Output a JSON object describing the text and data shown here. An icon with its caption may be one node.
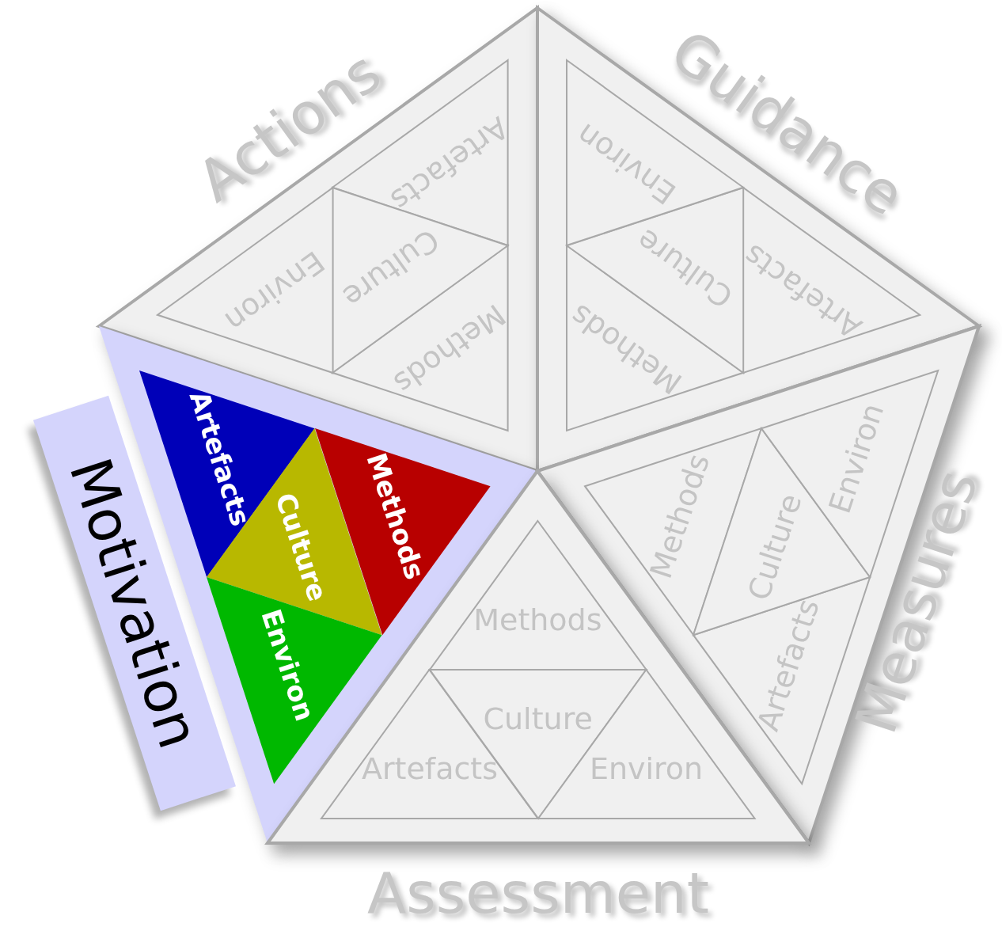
{
  "diagram": {
    "nodes": [
      {
        "text": [
          "Actions"
        ]
      },
      {
        "text": [
          "Artefacts"
        ],
        "in": 0
      },
      {
        "text": [
          "Methods"
        ],
        "in": 0
      },
      {
        "text": [
          "Culture"
        ],
        "in": 0
      },
      {
        "text": [
          "Environ"
        ],
        "in": 0
      },
      {
        "text": [
          "Guidance"
        ]
      },
      {
        "text": [
          "Artefacts"
        ],
        "in": 5
      },
      {
        "text": [
          "Methods"
        ],
        "in": 5
      },
      {
        "text": [
          "Culture"
        ],
        "in": 5
      },
      {
        "text": [
          "Environ"
        ],
        "in": 5
      },
      {
        "text": [
          "Motivation"
        ]
      },
      {
        "text": [
          "Artefacts"
        ],
        "in": 10
      },
      {
        "text": [
          "Methods"
        ],
        "in": 10
      },
      {
        "text": [
          "Culture"
        ],
        "in": 10
      },
      {
        "text": [
          "Environ"
        ],
        "in": 10
      },
      {
        "text": [
          "Measures"
        ]
      },
      {
        "text": [
          "Artefacts"
        ],
        "in": 15
      },
      {
        "text": [
          "Methods"
        ],
        "in": 15
      },
      {
        "text": [
          "Culture"
        ],
        "in": 15
      },
      {
        "text": [
          "Environ"
        ],
        "in": 15
      },
      {
        "text": [
          "Assessment"
        ]
      },
      {
        "text": [
          "Artefacts"
        ],
        "in": 20
      },
      {
        "text": [
          "Methods"
        ],
        "in": 20
      },
      {
        "text": [
          "Culture"
        ],
        "in": 20
      },
      {
        "text": [
          "Environ"
        ],
        "in": 20
      }
    ]
  }
}
